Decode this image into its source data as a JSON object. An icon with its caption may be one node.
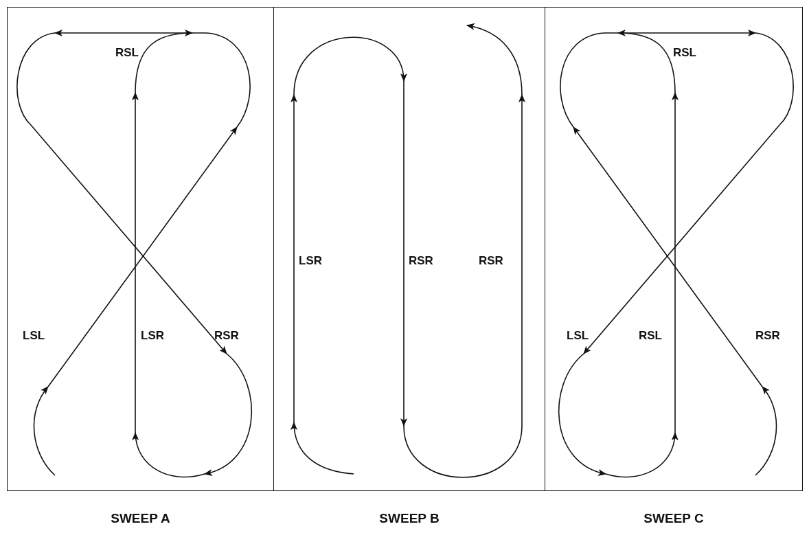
{
  "diagram": {
    "nodes": [
      {
        "text": [
          "SWEEP A"
        ]
      },
      {
        "text": [
          "SWEEP B"
        ]
      },
      {
        "text": [
          "SWEEP C"
        ]
      }
    ],
    "labels": [
      "RSL",
      "LSL",
      "LSR",
      "RSR",
      "LSR",
      "RSR",
      "RSR",
      "RSL",
      "LSL",
      "RSL",
      "RSR"
    ]
  }
}
